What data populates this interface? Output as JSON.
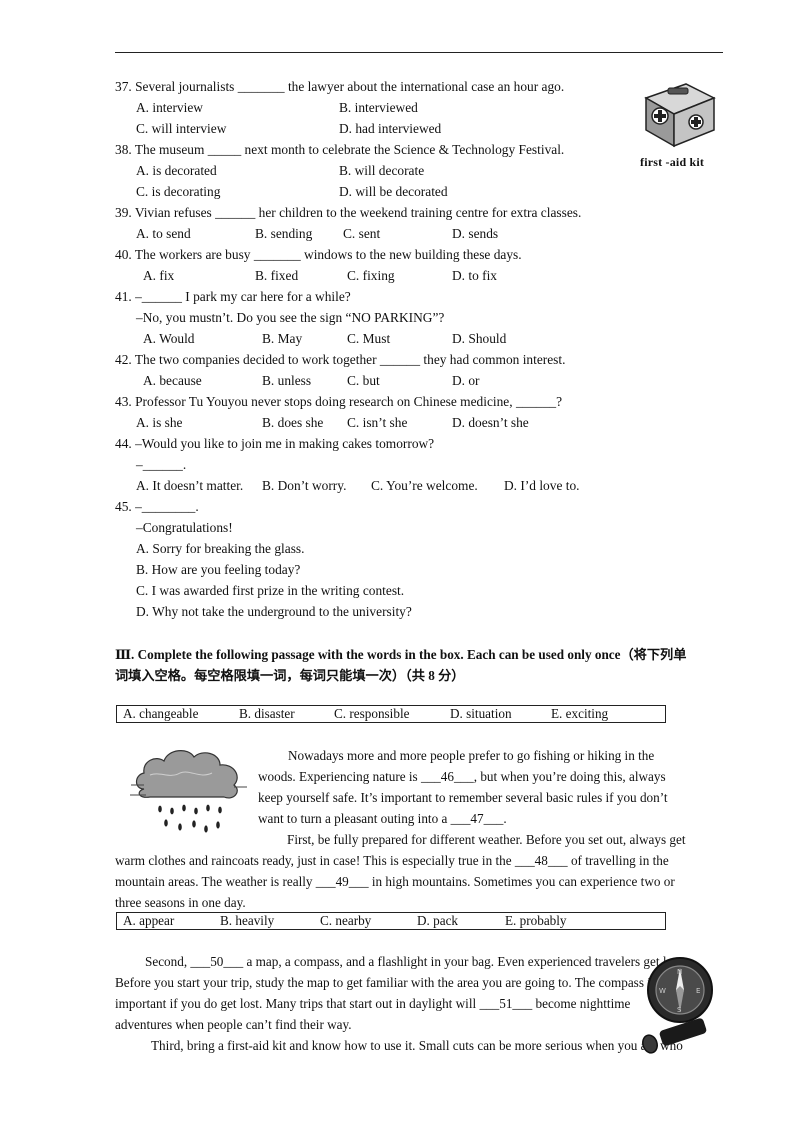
{
  "q37": {
    "stem": "37. Several journalists _______ the lawyer about the international case an hour ago.",
    "a": "A. interview",
    "b": "B. interviewed",
    "c": "C. will interview",
    "d": "D. had interviewed"
  },
  "q38": {
    "stem": "38. The museum _____ next month to celebrate the Science & Technology Festival.",
    "a": "A. is decorated",
    "b": "B. will decorate",
    "c": "C. is decorating",
    "d": "D. will be decorated"
  },
  "q39": {
    "stem": "39. Vivian refuses ______ her children to the weekend training centre for extra classes.",
    "a": "A. to send",
    "b": "B. sending",
    "c": "C. sent",
    "d": "D. sends"
  },
  "q40": {
    "stem": "40. The workers are busy _______ windows to the new building these days.",
    "a": "A. fix",
    "b": "B. fixed",
    "c": "C. fixing",
    "d": "D. to fix"
  },
  "q41": {
    "stem": "41. –______ I park my car here for a while?",
    "reply": "–No, you mustn’t. Do you see the sign “NO PARKING”?",
    "a": "A. Would",
    "b": "B. May",
    "c": "C. Must",
    "d": "D. Should"
  },
  "q42": {
    "stem": "42. The two companies decided to work together ______ they had common interest.",
    "a": "A. because",
    "b": "B. unless",
    "c": "C. but",
    "d": "D. or"
  },
  "q43": {
    "stem": "43. Professor Tu Youyou never stops doing research on Chinese medicine, ______?",
    "a": "A. is she",
    "b": "B. does she",
    "c": "C. isn’t she",
    "d": "D. doesn’t she"
  },
  "q44": {
    "stem": "44. –Would you like to join me in making cakes tomorrow?",
    "blank": "–______.",
    "a": "A. It doesn’t matter.",
    "b": "B. Don’t worry.",
    "c": "C. You’re welcome.",
    "d": "D. I’d love to."
  },
  "q45": {
    "stem": "45. –________.",
    "reply": "–Congratulations!",
    "a": "A. Sorry for breaking the glass.",
    "b": "B. How are you feeling today?",
    "c": "C. I was awarded first prize in the writing contest.",
    "d": "D. Why not take the underground to the university?"
  },
  "section3": {
    "line1": "Ⅲ. Complete the following passage with the words in the box. Each can be used only once（将下列单",
    "line2": "词填入空格。每空格限填一词，每词只能填一次）（共 8 分）"
  },
  "box1": [
    "A. changeable",
    "B. disaster",
    "C. responsible",
    "D. situation",
    "E. exciting"
  ],
  "box2": [
    "A. appear",
    "B. heavily",
    "C. nearby",
    "D. pack",
    "E. probably"
  ],
  "passage1": [
    "Nowadays more and more people prefer to go fishing or hiking in the",
    "woods. Experiencing nature is ___46___, but when you’re doing this, always",
    "keep yourself safe. It’s important to remember several basic rules if you don’t",
    "want to turn a pleasant outing into a ___47___."
  ],
  "passage2": [
    "First, be fully prepared for different weather. Before you set out, always get",
    "warm clothes and raincoats ready, just in case! This is especially true in the ___48___ of travelling in the",
    "mountain areas. The weather is really ___49___ in high mountains. Sometimes you can experience two or",
    "three seasons in one day."
  ],
  "passage3": [
    "Second, ___50___ a map, a compass, and a flashlight in your bag. Even experienced travelers get lost.",
    "Before you start your trip, study the map to get familiar with the area you are going to. The compass is",
    "important if you do get lost. Many trips that start out in daylight will ___51___ become nighttime",
    "adventures when people can’t find their way."
  ],
  "passage4": "Third, bring a first-aid kit and know how to use it. Small cuts can be more serious when you are who",
  "images": {
    "kit_label": "first -aid kit",
    "kit_icon": "first-aid-kit-icon",
    "cloud_icon": "rain-cloud-icon",
    "compass_icon": "compass-icon"
  }
}
